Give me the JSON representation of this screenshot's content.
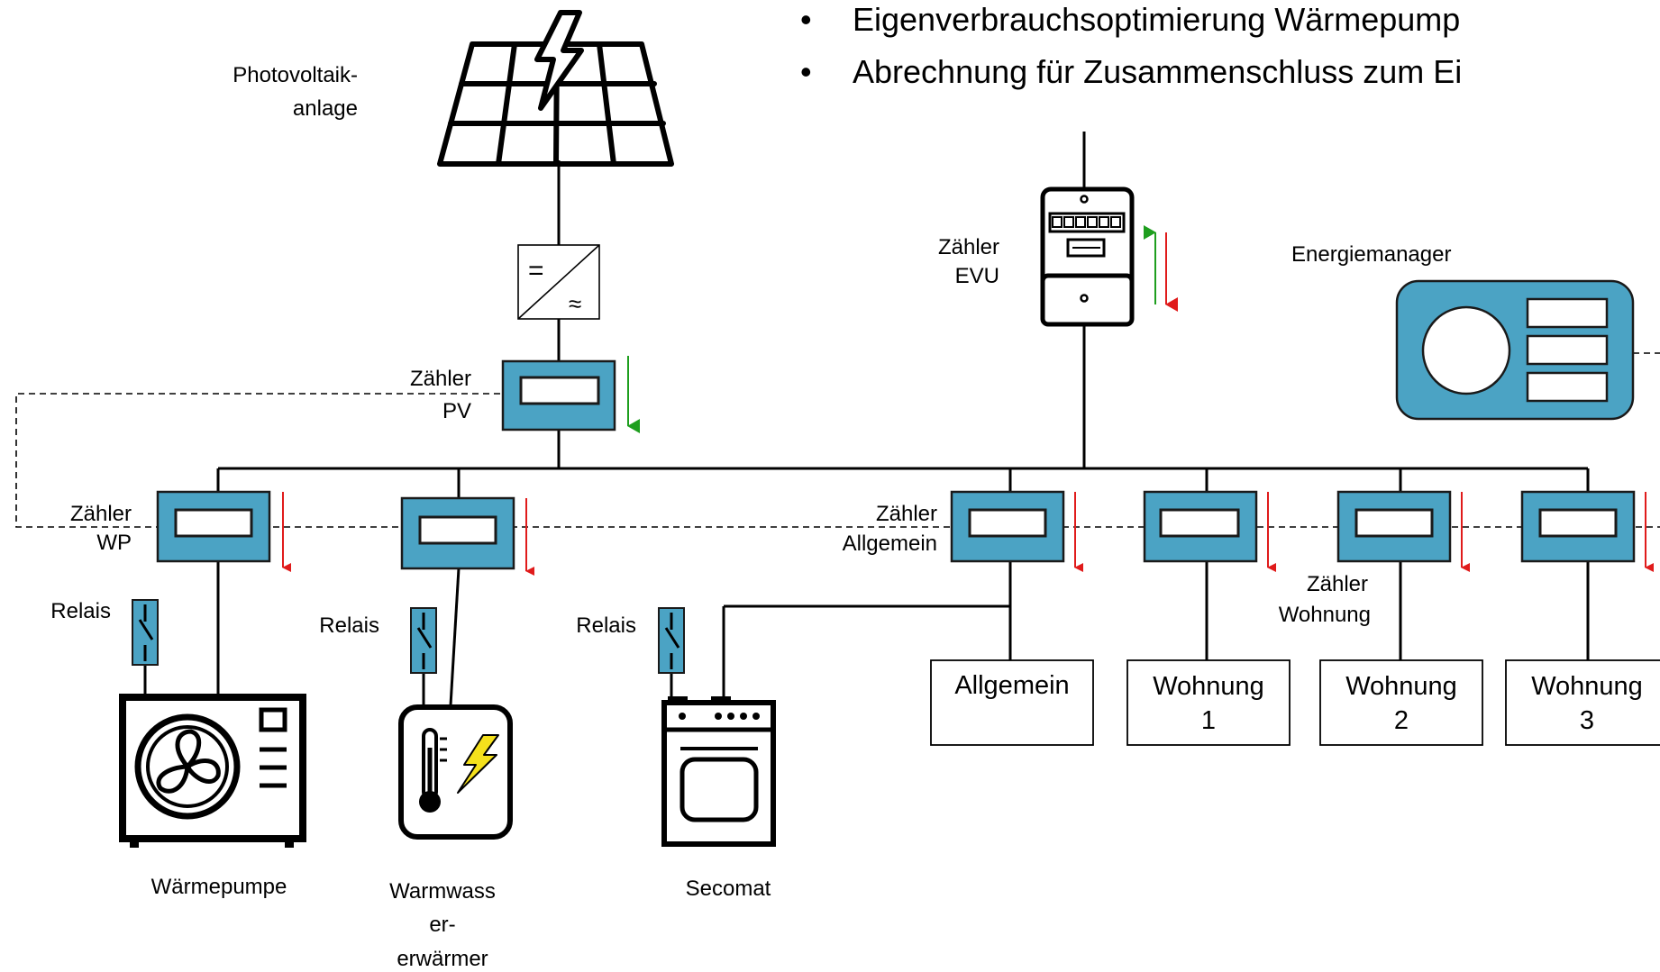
{
  "bullets": [
    "Eigenverbrauchsoptimierung Wärmepump",
    "Abrechnung für Zusammenschluss zum Ei"
  ],
  "bullet_marker": "•",
  "pv": {
    "line1": "Photovoltaik-",
    "line2": "anlage"
  },
  "inverter": {
    "dc_symbol": "=",
    "ac_symbol": "≈"
  },
  "meter_pv": {
    "line1": "Zähler",
    "line2": "PV"
  },
  "meter_evu": {
    "line1": "Zähler",
    "line2": "EVU"
  },
  "energy_manager": {
    "label": "Energiemanager"
  },
  "meter_wp": {
    "line1": "Zähler",
    "line2": "WP"
  },
  "meter_general": {
    "line1": "Zähler",
    "line2": "Allgemein"
  },
  "meter_apartment": {
    "line1": "Zähler",
    "line2": "Wohnung"
  },
  "relays": [
    "Relais",
    "Relais",
    "Relais"
  ],
  "loads": {
    "heat_pump": "Wärmepumpe",
    "water_heater": [
      "Warmwass",
      "er-",
      "erwärmer"
    ],
    "secomat": "Secomat"
  },
  "consumers": [
    {
      "line1": "Allgemein",
      "line2": ""
    },
    {
      "line1": "Wohnung",
      "line2": "1"
    },
    {
      "line1": "Wohnung",
      "line2": "2"
    },
    {
      "line1": "Wohnung",
      "line2": "3"
    }
  ],
  "colors": {
    "meter": "#4ba3c4",
    "arrow_feed_in": "#1e9e1e",
    "arrow_consumption": "#e01b1b",
    "lightning": "#f5e11c"
  },
  "icons": [
    "solar-panel-icon",
    "inverter-icon",
    "grid-meter-icon",
    "energy-manager-icon",
    "relay-icon",
    "heat-pump-icon",
    "water-heater-icon",
    "stove-icon"
  ]
}
